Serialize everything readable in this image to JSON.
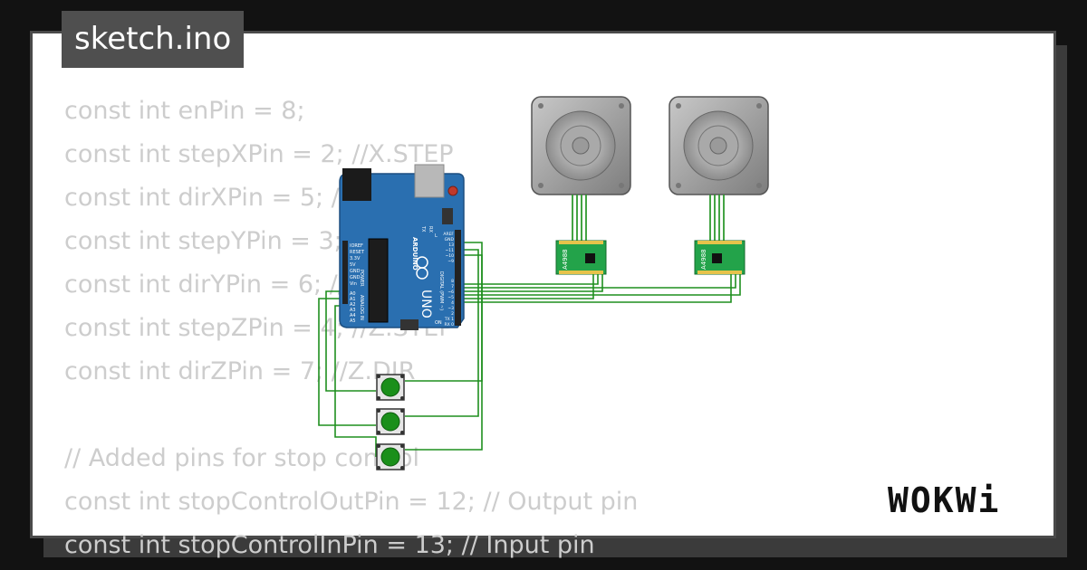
{
  "file_tab": {
    "label": "sketch.ino"
  },
  "code": {
    "lines": [
      "const int enPin = 8;",
      "const int stepXPin = 2; //X.STEP",
      "const int dirXPin = 5; //X.DIR",
      "const int stepYPin = 3; //Y.STEP",
      "const int dirYPin = 6; //Y.DIR",
      "const int stepZPin = 4; //Z.STEP",
      "const int dirZPin = 7; //Z.DIR",
      "",
      "// Added pins for stop control",
      "const int stopControlOutPin = 12; // Output pin",
      "const int stopControlInPin = 13; // Input pin"
    ]
  },
  "board": {
    "brand": "ARDUINO",
    "model": "UNO",
    "digital_label": "DIGITAL (PWM ~)",
    "analog_label": "ANALOG IN",
    "power_label": "POWER",
    "power_pins": [
      "IOREF",
      "RESET",
      "3.3V",
      "5V",
      "GND",
      "GND",
      "Vin"
    ],
    "analog_pins": [
      "A0",
      "A1",
      "A2",
      "A3",
      "A4",
      "A5"
    ],
    "digital_pins": [
      "AREF",
      "GND",
      "13",
      "~11",
      "~10",
      "~9",
      "8",
      "7",
      "~6",
      "~5",
      "4",
      "~3",
      "2",
      "TX 1",
      "RX 0"
    ],
    "tx_label": "TX",
    "rx_label": "RX",
    "on_label": "ON",
    "l_label": "L"
  },
  "drivers": [
    {
      "label": "A4988"
    },
    {
      "label": "A4988"
    }
  ],
  "motors": [
    {
      "name": "stepper-motor-1"
    },
    {
      "name": "stepper-motor-2"
    }
  ],
  "buttons": [
    {
      "color": "#1a8f1a"
    },
    {
      "color": "#1a8f1a"
    },
    {
      "color": "#1a8f1a"
    }
  ],
  "logo": {
    "text": "WOKWi"
  },
  "colors": {
    "wire": "#1f8f1f",
    "board": "#2a6fb0",
    "driver": "#22a04a",
    "code_text": "#cdcdcd",
    "tab_bg": "#4f4f4f"
  }
}
